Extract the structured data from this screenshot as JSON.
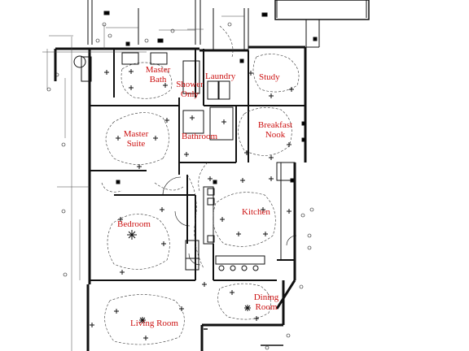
{
  "plan": {
    "accent_color": "#cc1111",
    "line_color": "#111111",
    "rooms": {
      "master_bath": "Master Bath",
      "shower_only": "Shower Only",
      "laundry": "Laundry",
      "study": "Study",
      "master_suite": "Master Suite",
      "bathroom": "Bathroom",
      "breakfast_nook": "Breakfast Nook",
      "kitchen": "Kitchen",
      "bedroom": "Bedroom",
      "dining_room": "Dining Room",
      "living_room": "Living Room"
    },
    "icons": [
      "electrical-outlet-icon",
      "light-fixture-icon",
      "star-symbol-icon"
    ]
  }
}
